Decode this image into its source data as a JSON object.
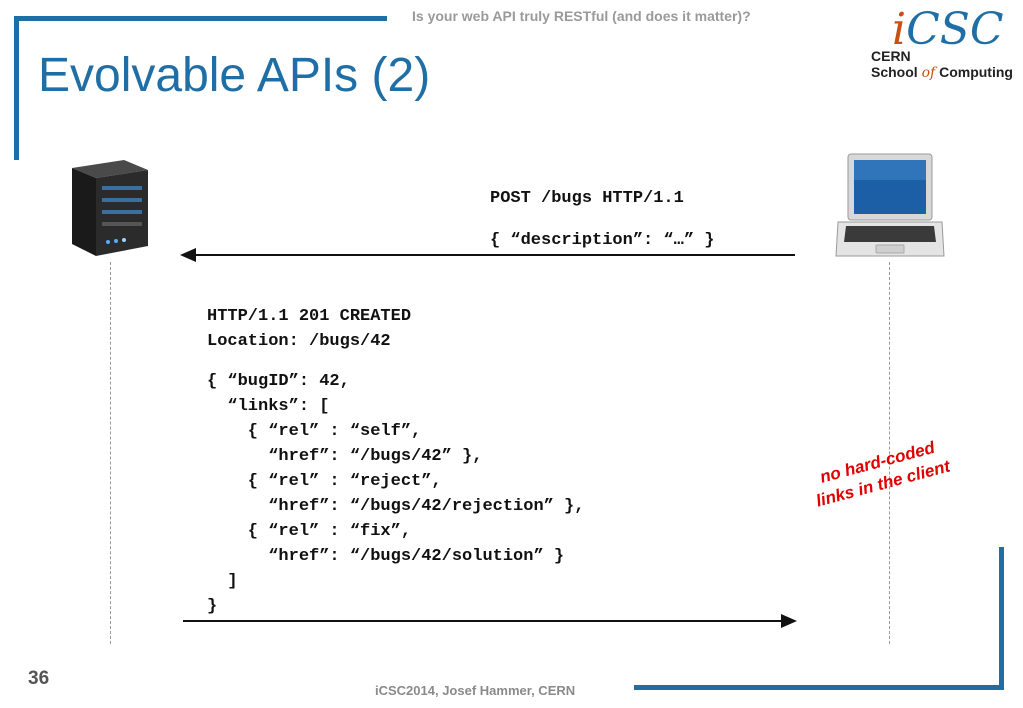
{
  "header": {
    "running_title": "Is your web API truly RESTful (and does it matter)?",
    "slide_title": "Evolvable APIs (2)"
  },
  "logo": {
    "mark_i": "i",
    "mark_rest": "CSC",
    "line1": "CERN",
    "school": "School",
    "of": "of",
    "computing": "Computing"
  },
  "request": {
    "line1": "POST /bugs HTTP/1.1",
    "line2": "{ “description”: “…” }"
  },
  "response": {
    "status": "HTTP/1.1 201 CREATED",
    "location": "Location: /bugs/42",
    "body": [
      "{ “bugID”: 42,",
      "  “links”: [",
      "    { “rel” : “self”,",
      "      “href”: “/bugs/42” },",
      "    { “rel” : “reject”,",
      "      “href”: “/bugs/42/rejection” },",
      "    { “rel” : “fix”,",
      "      “href”: “/bugs/42/solution” }",
      "  ]",
      "}"
    ]
  },
  "annotation": {
    "line1": "no hard-coded",
    "line2": "links in the client"
  },
  "footer": {
    "page_number": "36",
    "credit": "iCSC2014, Josef Hammer, CERN"
  },
  "colors": {
    "accent": "#1f6fa6",
    "annotation": "#e00000",
    "logo_orange": "#c94f13"
  }
}
